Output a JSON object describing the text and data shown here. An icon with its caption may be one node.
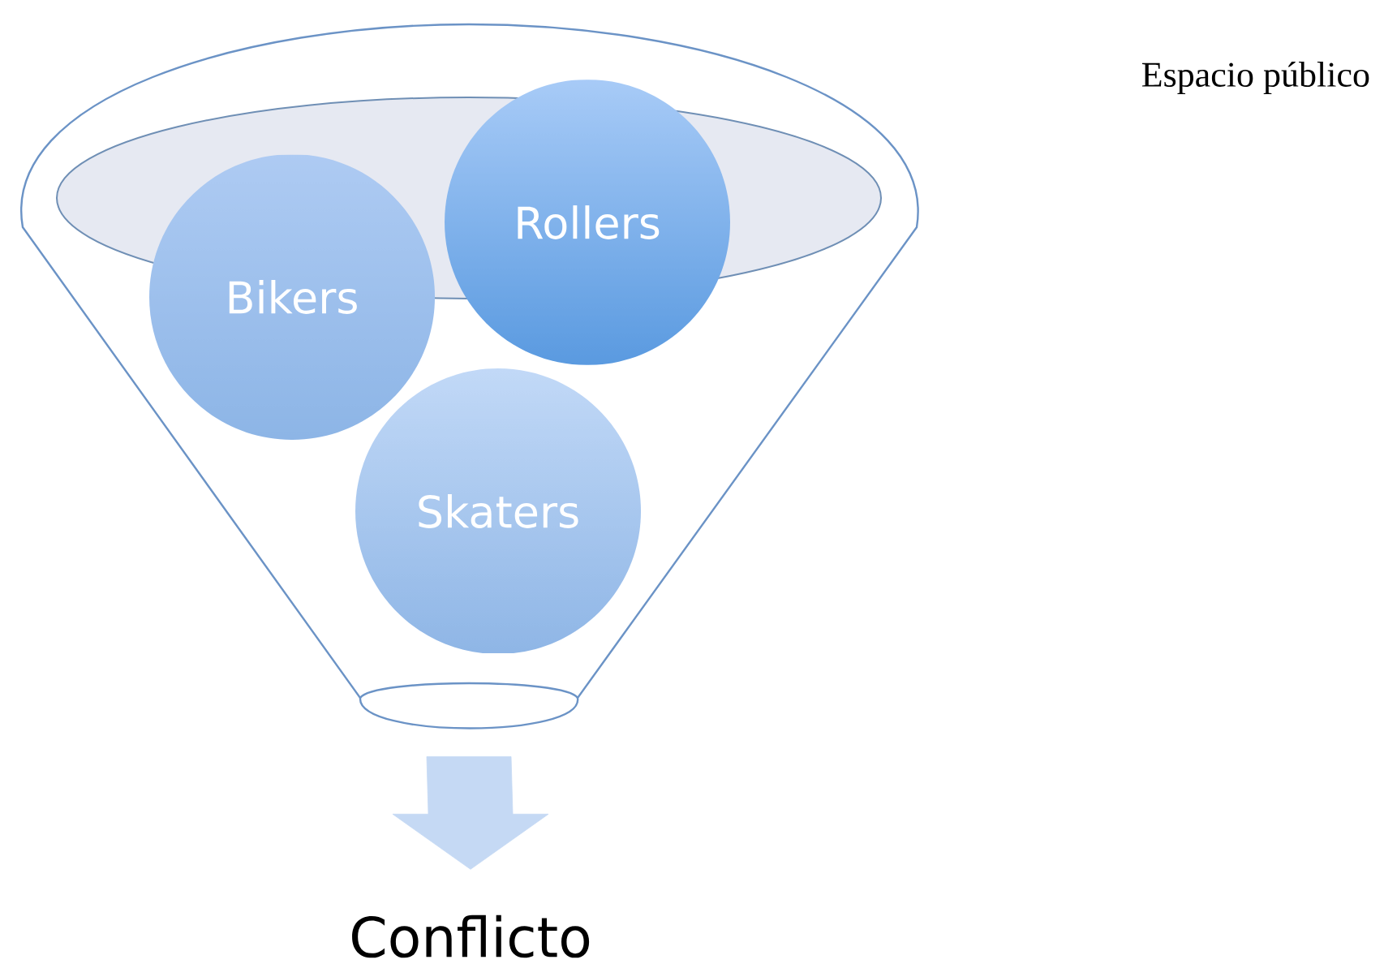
{
  "diagram": {
    "nodes": [
      {
        "text": [],
        "shape": "funnel"
      },
      {
        "text": [
          "Bikers"
        ],
        "in": 0
      },
      {
        "text": [
          "Rollers"
        ],
        "in": 0
      },
      {
        "text": [
          "Skaters"
        ],
        "in": 0
      },
      {
        "text": [
          "Conflicto"
        ]
      }
    ],
    "edges": [
      {
        "from": 0,
        "to": 4,
        "arrow": "to"
      }
    ],
    "labels": [
      "Espacio público"
    ]
  }
}
